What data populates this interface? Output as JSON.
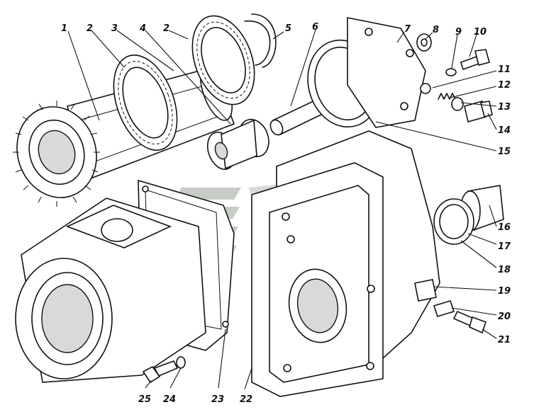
{
  "callouts": [
    {
      "id": "1",
      "label": "1"
    },
    {
      "id": "2a",
      "label": "2"
    },
    {
      "id": "3",
      "label": "3"
    },
    {
      "id": "4",
      "label": "4"
    },
    {
      "id": "2b",
      "label": "2"
    },
    {
      "id": "5",
      "label": "5"
    },
    {
      "id": "6",
      "label": "6"
    },
    {
      "id": "7",
      "label": "7"
    },
    {
      "id": "8",
      "label": "8"
    },
    {
      "id": "9",
      "label": "9"
    },
    {
      "id": "10",
      "label": "10"
    },
    {
      "id": "11",
      "label": "11"
    },
    {
      "id": "12",
      "label": "12"
    },
    {
      "id": "13",
      "label": "13"
    },
    {
      "id": "14",
      "label": "14"
    },
    {
      "id": "15",
      "label": "15"
    },
    {
      "id": "16",
      "label": "16"
    },
    {
      "id": "17",
      "label": "17"
    },
    {
      "id": "18",
      "label": "18"
    },
    {
      "id": "19",
      "label": "19"
    },
    {
      "id": "20",
      "label": "20"
    },
    {
      "id": "21",
      "label": "21"
    },
    {
      "id": "22",
      "label": "22"
    },
    {
      "id": "23",
      "label": "23"
    },
    {
      "id": "24",
      "label": "24"
    },
    {
      "id": "25",
      "label": "25"
    }
  ],
  "colors": {
    "ink": "#111111",
    "watermark": "#9aa39a"
  },
  "icons": {
    "watermark": "brand-logo-watermark"
  }
}
